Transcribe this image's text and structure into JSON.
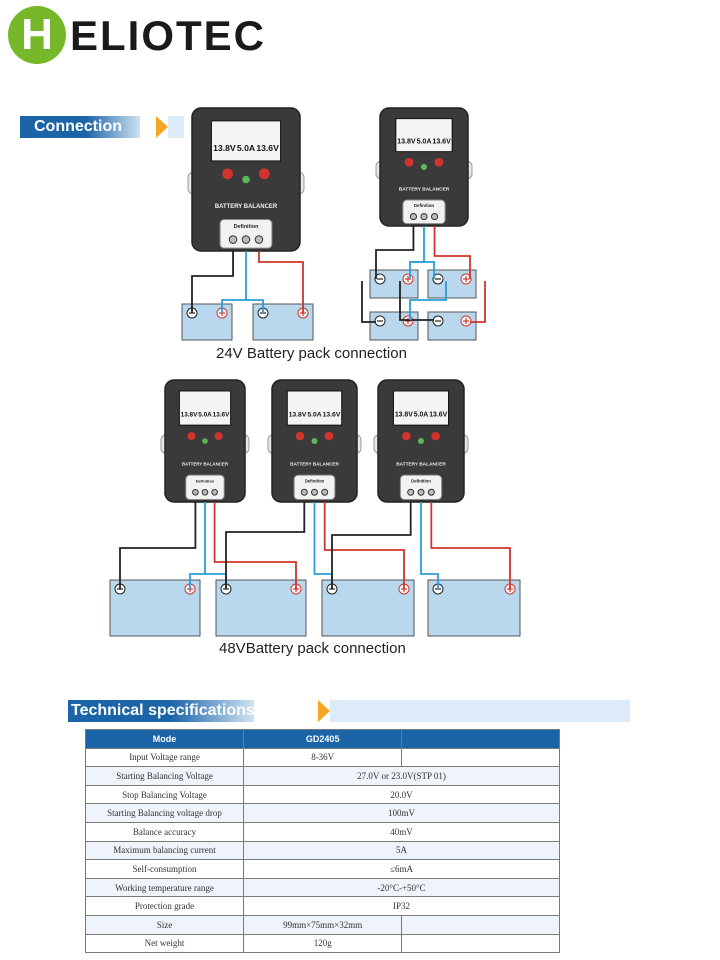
{
  "brand": {
    "logo_letter": "H",
    "name": "ELIOTEC"
  },
  "colors": {
    "brand_green": "#76b82a",
    "header_blue": "#1b64a8",
    "accent_orange": "#f5a623",
    "battery_fill": "#b9d8ee",
    "wire_red": "#d0342c",
    "wire_blue": "#2a9fd6"
  },
  "connection": {
    "title": "Connection",
    "caption_24v": "24V Battery pack connection",
    "caption_48v": "48VBattery pack connection",
    "device": {
      "screen_values": [
        "13.8V",
        "5.0A",
        "13.6V"
      ],
      "label": "BATTERY BALANCER",
      "port_label": "Definition"
    }
  },
  "specs": {
    "title": "Technical specifications",
    "header": [
      "Mode",
      "GD2405"
    ],
    "rows": [
      [
        "Input Voltage range",
        "8-36V"
      ],
      [
        "Starting Balancing Voltage",
        "27.0V or 23.0V(STP 01)"
      ],
      [
        "Stop Balancing  Voltage",
        "20.0V"
      ],
      [
        "Starting Balancing voltage drop",
        "100mV"
      ],
      [
        "Balance accuracy",
        "40mV"
      ],
      [
        "Maximum balancing current",
        "5A"
      ],
      [
        "Self-consumption",
        "≤6mA"
      ],
      [
        "Working temperature range",
        "-20°C-+50°C"
      ],
      [
        "Protection grade",
        "IP32"
      ],
      [
        "Size",
        "99mm×75mm×32mm"
      ],
      [
        "Net weight",
        "120g"
      ]
    ]
  }
}
